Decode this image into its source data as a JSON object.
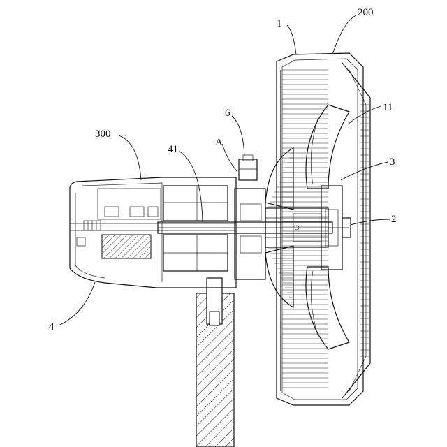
{
  "labels": {
    "l1": "1",
    "l200": "200",
    "l11": "11",
    "l6": "6",
    "l300": "300",
    "l41": "41",
    "lA": "A",
    "l3": "3",
    "l2": "2",
    "l4": "4"
  },
  "colors": {
    "line": "#111111",
    "background": "#ffffff"
  }
}
